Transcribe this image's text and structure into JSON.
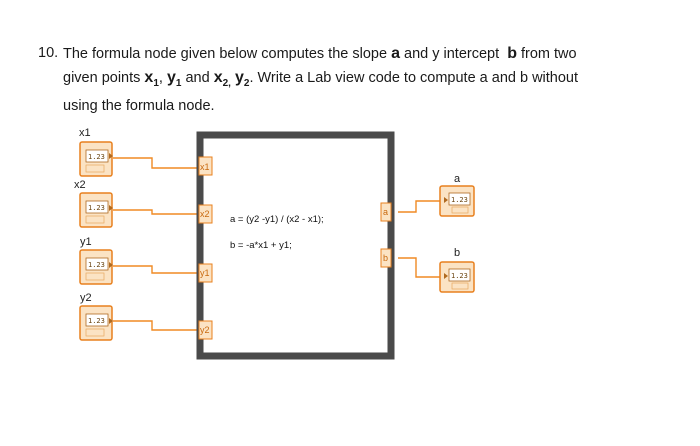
{
  "question": {
    "number": "10.",
    "line1_a": "The formula node given below computes the slope",
    "var_a": "a",
    "line1_b": "and y intercept",
    "var_b": "b",
    "line1_c": "from two",
    "line2_a": "given points",
    "x1_base": "x",
    "x1_sub": "1",
    "y1_base": "y",
    "y1_sub": "1",
    "line2_and": "and",
    "x2_base": "x",
    "x2_sub": "2,",
    "y2_base": "y",
    "y2_sub": "2",
    "line2_b": ". Write a Lab view code to compute a and b without",
    "line3": "using the formula node."
  },
  "diagram": {
    "controls": [
      {
        "label": "x1",
        "display": "1.23"
      },
      {
        "label": "x2",
        "display": "1.23"
      },
      {
        "label": "y1",
        "display": "1.23"
      },
      {
        "label": "y2",
        "display": "1.23"
      }
    ],
    "inputs": [
      "x1",
      "x2",
      "y1",
      "y2"
    ],
    "outputs": [
      "a",
      "b"
    ],
    "indicators": [
      {
        "label": "a",
        "display": "1.23"
      },
      {
        "label": "b",
        "display": "1.23"
      }
    ],
    "formula": [
      "a = (y2 -y1) / (x2 - x1);",
      "b = -a*x1 + y1;"
    ],
    "colors": {
      "wire": "#f08a24",
      "terminal_border": "#e8801e",
      "terminal_fill": "#fbe3c4",
      "node_frame": "#4a4a4a"
    }
  }
}
